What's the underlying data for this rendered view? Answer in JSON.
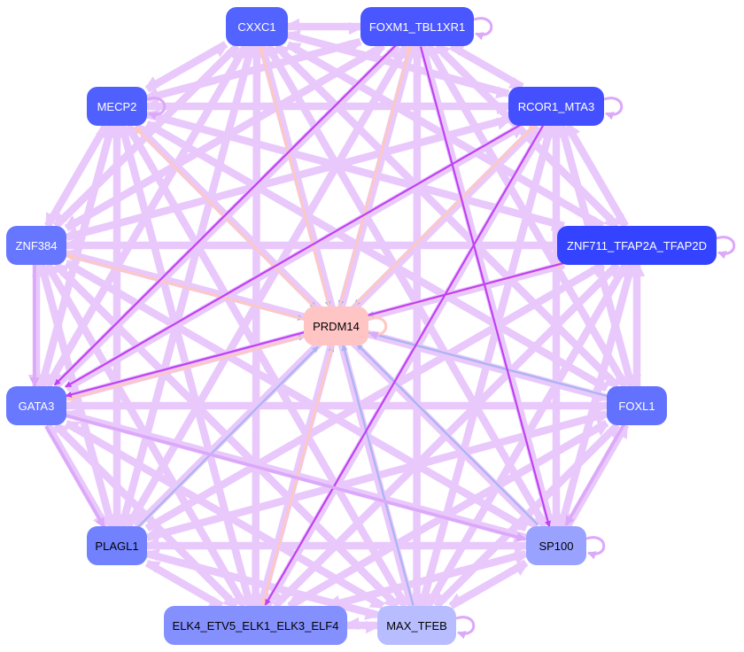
{
  "colors": {
    "edge_default": "#e9c8fb",
    "edge_medium": "#dba8fa",
    "edge_strong": "#c040f5",
    "edge_in_blue": "#a9b4f4",
    "edge_out_orange": "#ffc8c0"
  },
  "nodes": [
    {
      "id": "CXXC1",
      "label": "CXXC1",
      "fill": "#5363ff",
      "text": "#ffffff"
    },
    {
      "id": "FOXM1_TBL1XR1",
      "label": "FOXM1_TBL1XR1",
      "fill": "#4a56ff",
      "text": "#ffffff"
    },
    {
      "id": "MECP2",
      "label": "MECP2",
      "fill": "#5060ff",
      "text": "#ffffff"
    },
    {
      "id": "RCOR1_MTA3",
      "label": "RCOR1_MTA3",
      "fill": "#4450ff",
      "text": "#ffffff"
    },
    {
      "id": "ZNF384",
      "label": "ZNF384",
      "fill": "#6676ff",
      "text": "#ffffff"
    },
    {
      "id": "ZNF711_TFAP2A_TFAP2D",
      "label": "ZNF711_TFAP2A_TFAP2D",
      "fill": "#3343ff",
      "text": "#ffffff"
    },
    {
      "id": "PRDM14",
      "label": "PRDM14",
      "fill": "#ffc4c4",
      "text": "#000000"
    },
    {
      "id": "GATA3",
      "label": "GATA3",
      "fill": "#6878ff",
      "text": "#ffffff"
    },
    {
      "id": "FOXL1",
      "label": "FOXL1",
      "fill": "#6272ff",
      "text": "#ffffff"
    },
    {
      "id": "PLAGL1",
      "label": "PLAGL1",
      "fill": "#7282ff",
      "text": "#000000"
    },
    {
      "id": "SP100",
      "label": "SP100",
      "fill": "#99a2ff",
      "text": "#000000"
    },
    {
      "id": "ELK4_ETV5_ELK1_ELK3_ELF4",
      "label": "ELK4_ETV5_ELK1_ELK3_ELF4",
      "fill": "#8590ff",
      "text": "#000000"
    },
    {
      "id": "MAX_TFEB",
      "label": "MAX_TFEB",
      "fill": "#b8bdff",
      "text": "#000000"
    }
  ],
  "outer_nodes_fully_connected": true,
  "edges": [
    {
      "from": "CXXC1",
      "to": "PRDM14",
      "kind": "blue"
    },
    {
      "from": "PRDM14",
      "to": "CXXC1",
      "kind": "orange"
    },
    {
      "from": "FOXM1_TBL1XR1",
      "to": "PRDM14",
      "kind": "blue"
    },
    {
      "from": "PRDM14",
      "to": "FOXM1_TBL1XR1",
      "kind": "orange"
    },
    {
      "from": "MECP2",
      "to": "PRDM14",
      "kind": "blue"
    },
    {
      "from": "PRDM14",
      "to": "MECP2",
      "kind": "orange"
    },
    {
      "from": "RCOR1_MTA3",
      "to": "PRDM14",
      "kind": "blue"
    },
    {
      "from": "PRDM14",
      "to": "RCOR1_MTA3",
      "kind": "orange"
    },
    {
      "from": "ZNF384",
      "to": "PRDM14",
      "kind": "blue"
    },
    {
      "from": "PRDM14",
      "to": "ZNF384",
      "kind": "orange"
    },
    {
      "from": "ZNF711_TFAP2A_TFAP2D",
      "to": "PRDM14",
      "kind": "blue"
    },
    {
      "from": "PRDM14",
      "to": "ZNF711_TFAP2A_TFAP2D",
      "kind": "orange"
    },
    {
      "from": "GATA3",
      "to": "PRDM14",
      "kind": "blue"
    },
    {
      "from": "PRDM14",
      "to": "GATA3",
      "kind": "orange"
    },
    {
      "from": "FOXL1",
      "to": "PRDM14",
      "kind": "blue"
    },
    {
      "from": "PLAGL1",
      "to": "PRDM14",
      "kind": "blue"
    },
    {
      "from": "SP100",
      "to": "PRDM14",
      "kind": "blue"
    },
    {
      "from": "MAX_TFEB",
      "to": "PRDM14",
      "kind": "blue"
    },
    {
      "from": "ELK4_ETV5_ELK1_ELK3_ELF4",
      "to": "PRDM14",
      "kind": "blue"
    },
    {
      "from": "PRDM14",
      "to": "ELK4_ETV5_ELK1_ELK3_ELF4",
      "kind": "orange"
    },
    {
      "from": "FOXM1_TBL1XR1",
      "to": "GATA3",
      "kind": "strong"
    },
    {
      "from": "RCOR1_MTA3",
      "to": "GATA3",
      "kind": "strong"
    },
    {
      "from": "ZNF711_TFAP2A_TFAP2D",
      "to": "GATA3",
      "kind": "strong"
    },
    {
      "from": "FOXM1_TBL1XR1",
      "to": "SP100",
      "kind": "strong"
    },
    {
      "from": "RCOR1_MTA3",
      "to": "ELK4_ETV5_ELK1_ELK3_ELF4",
      "kind": "strong"
    },
    {
      "from": "GATA3",
      "to": "SP100",
      "kind": "medium"
    },
    {
      "from": "FOXL1",
      "to": "SP100",
      "kind": "medium"
    },
    {
      "from": "GATA3",
      "to": "PLAGL1",
      "kind": "medium"
    },
    {
      "from": "ZNF384",
      "to": "GATA3",
      "kind": "medium"
    }
  ],
  "self_loops": [
    "FOXM1_TBL1XR1",
    "RCOR1_MTA3",
    "ZNF711_TFAP2A_TFAP2D",
    "PRDM14",
    "SP100",
    "MAX_TFEB",
    "MECP2"
  ]
}
